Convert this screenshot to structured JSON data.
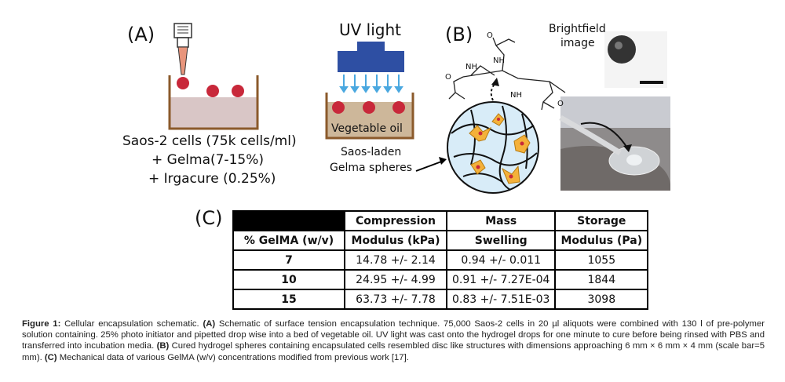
{
  "panel_a": {
    "label": "(A)",
    "mix_lines": [
      "Saos-2 cells (75k cells/ml)",
      "+ Gelma(7-15%)",
      "+ Irgacure (0.25%)"
    ],
    "uv_title": "UV light",
    "oil_label": "Vegetable oil",
    "spheres_lines": [
      "Saos-laden",
      "Gelma spheres"
    ]
  },
  "panel_b": {
    "label": "(B)",
    "brightfield_lines": [
      "Brightfield",
      "image"
    ],
    "chem_labels": [
      "NH",
      "NH",
      "NH",
      "O",
      "O",
      "O"
    ]
  },
  "panel_c": {
    "label": "(C)",
    "header_row1": [
      "",
      "Compression",
      "Mass",
      "Storage"
    ],
    "header_row2": [
      "% GelMA (w/v)",
      "Modulus (kPa)",
      "Swelling",
      "Modulus (Pa)"
    ],
    "rows": [
      [
        "7",
        "14.78 +/- 2.14",
        "0.94 +/- 0.011",
        "1055"
      ],
      [
        "10",
        "24.95 +/- 4.99",
        "0.91 +/- 7.27E-04",
        "1844"
      ],
      [
        "15",
        "63.73 +/- 7.78",
        "0.83 +/- 7.51E-03",
        "3098"
      ]
    ]
  },
  "caption": {
    "fig_label": "Figure 1:",
    "intro": " Cellular encapsulation schematic. ",
    "a_label": "(A)",
    "a_text": " Schematic of surface tension encapsulation technique. 75,000 Saos-2 cells in 20 µl aliquots were combined with 130 l of pre-polymer solution containing. 25% photo initiator and pipetted drop wise into a bed of vegetable oil. UV light was cast onto the hydrogel drops for one minute to cure before being rinsed with PBS and transferred into incubation media. ",
    "b_label": "(B)",
    "b_text": " Cured hydrogel spheres containing encapsulated cells resembled disc like structures with dimensions approaching 6 mm × 6 mm × 4 mm (scale bar=5 mm). ",
    "c_label": "(C)",
    "c_text": " Mechanical data of various GelMA (w/v) concentrations modified from previous work [17]."
  },
  "colors": {
    "drop_red": "#c8283a",
    "pipette_tip": "#e8957c",
    "gel_pink": "#d9c6c6",
    "oil_tan": "#cdb79a",
    "container_brown": "#8b5a2b",
    "uv_blue": "#2e4fa3",
    "arrow_blue": "#4aa8e0",
    "network_bg": "#d8ecf8",
    "cell_yellow": "#f4b13a"
  }
}
